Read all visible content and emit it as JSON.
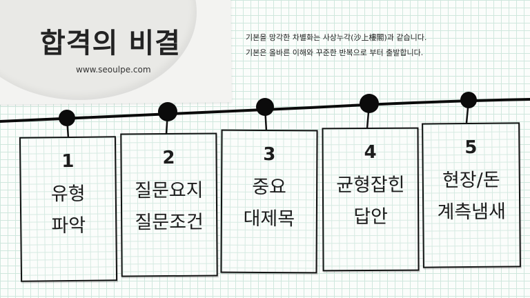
{
  "header": {
    "title": "합격의 비결",
    "website": "www.seoulpe.com",
    "tagline": [
      "기본을 망각한 차별화는 사상누각(沙上樓閣)과 같습니다.",
      "기본은 올바른 이해와 꾸준한 반복으로 부터 출발합니다."
    ]
  },
  "cards": [
    {
      "number": "1",
      "lines": [
        "유형",
        "파악"
      ]
    },
    {
      "number": "2",
      "lines": [
        "질문요지",
        "질문조건"
      ]
    },
    {
      "number": "3",
      "lines": [
        "중요",
        "대제목"
      ]
    },
    {
      "number": "4",
      "lines": [
        "균형잡힌",
        "답안"
      ]
    },
    {
      "number": "5",
      "lines": [
        "현장/돈",
        "계측냄새"
      ]
    }
  ]
}
